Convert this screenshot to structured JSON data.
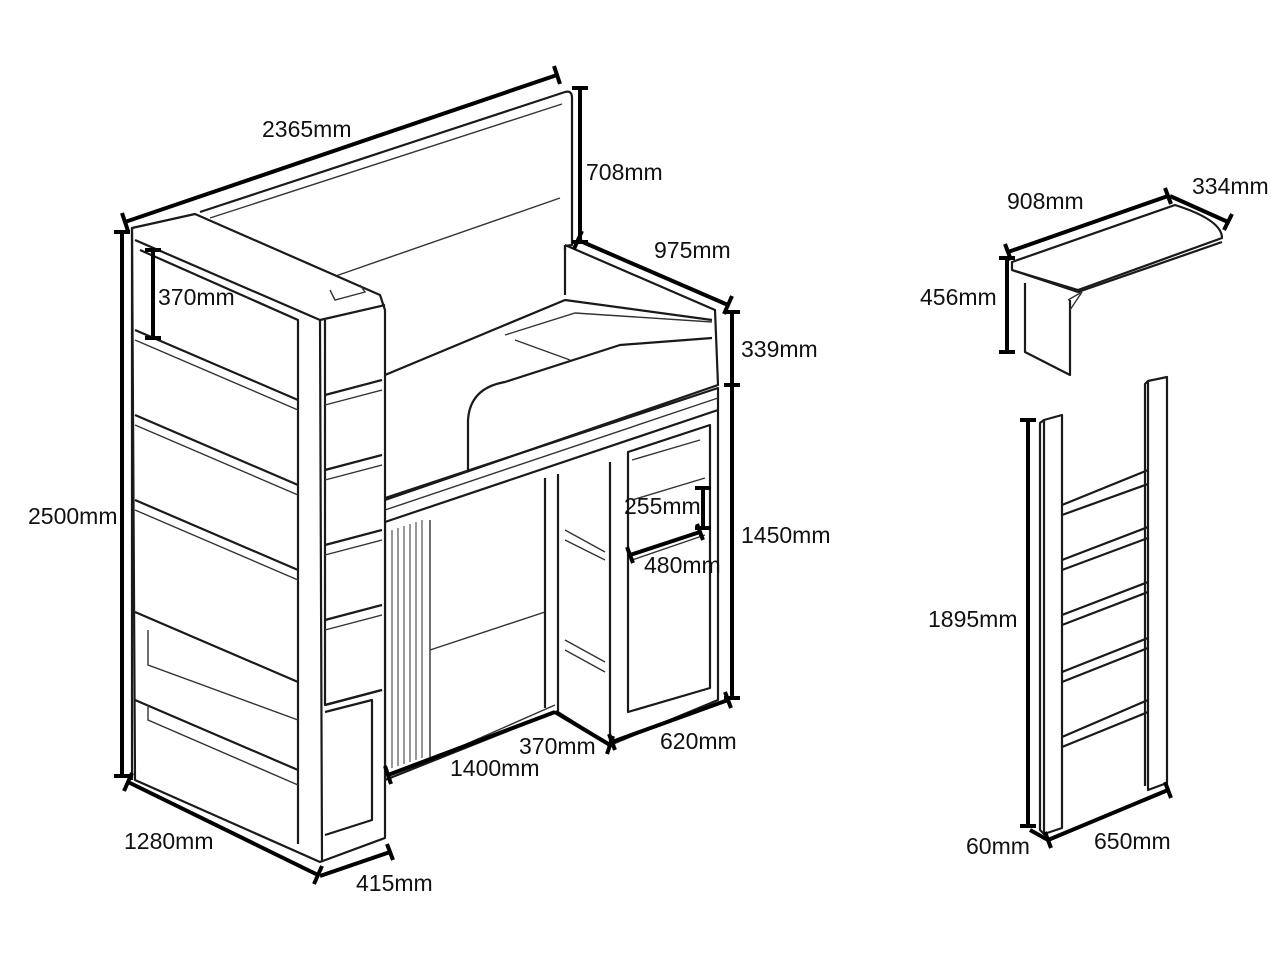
{
  "dimensions": {
    "bed_length": "2365mm",
    "headboard_height": "708mm",
    "bed_depth": "975mm",
    "total_height": "2500mm",
    "shelf_height": "370mm",
    "rail_height": "339mm",
    "under_bed_height": "1450mm",
    "cubby_height": "255mm",
    "cubby_width": "480mm",
    "opening_width": "1400mm",
    "inner_depth": "370mm",
    "cabinet_width": "620mm",
    "bookcase_length": "1280mm",
    "bookcase_depth": "415mm",
    "desk_length": "908mm",
    "desk_depth": "334mm",
    "desk_height": "456mm",
    "ladder_height": "1895mm",
    "ladder_depth": "60mm",
    "ladder_width": "650mm"
  }
}
